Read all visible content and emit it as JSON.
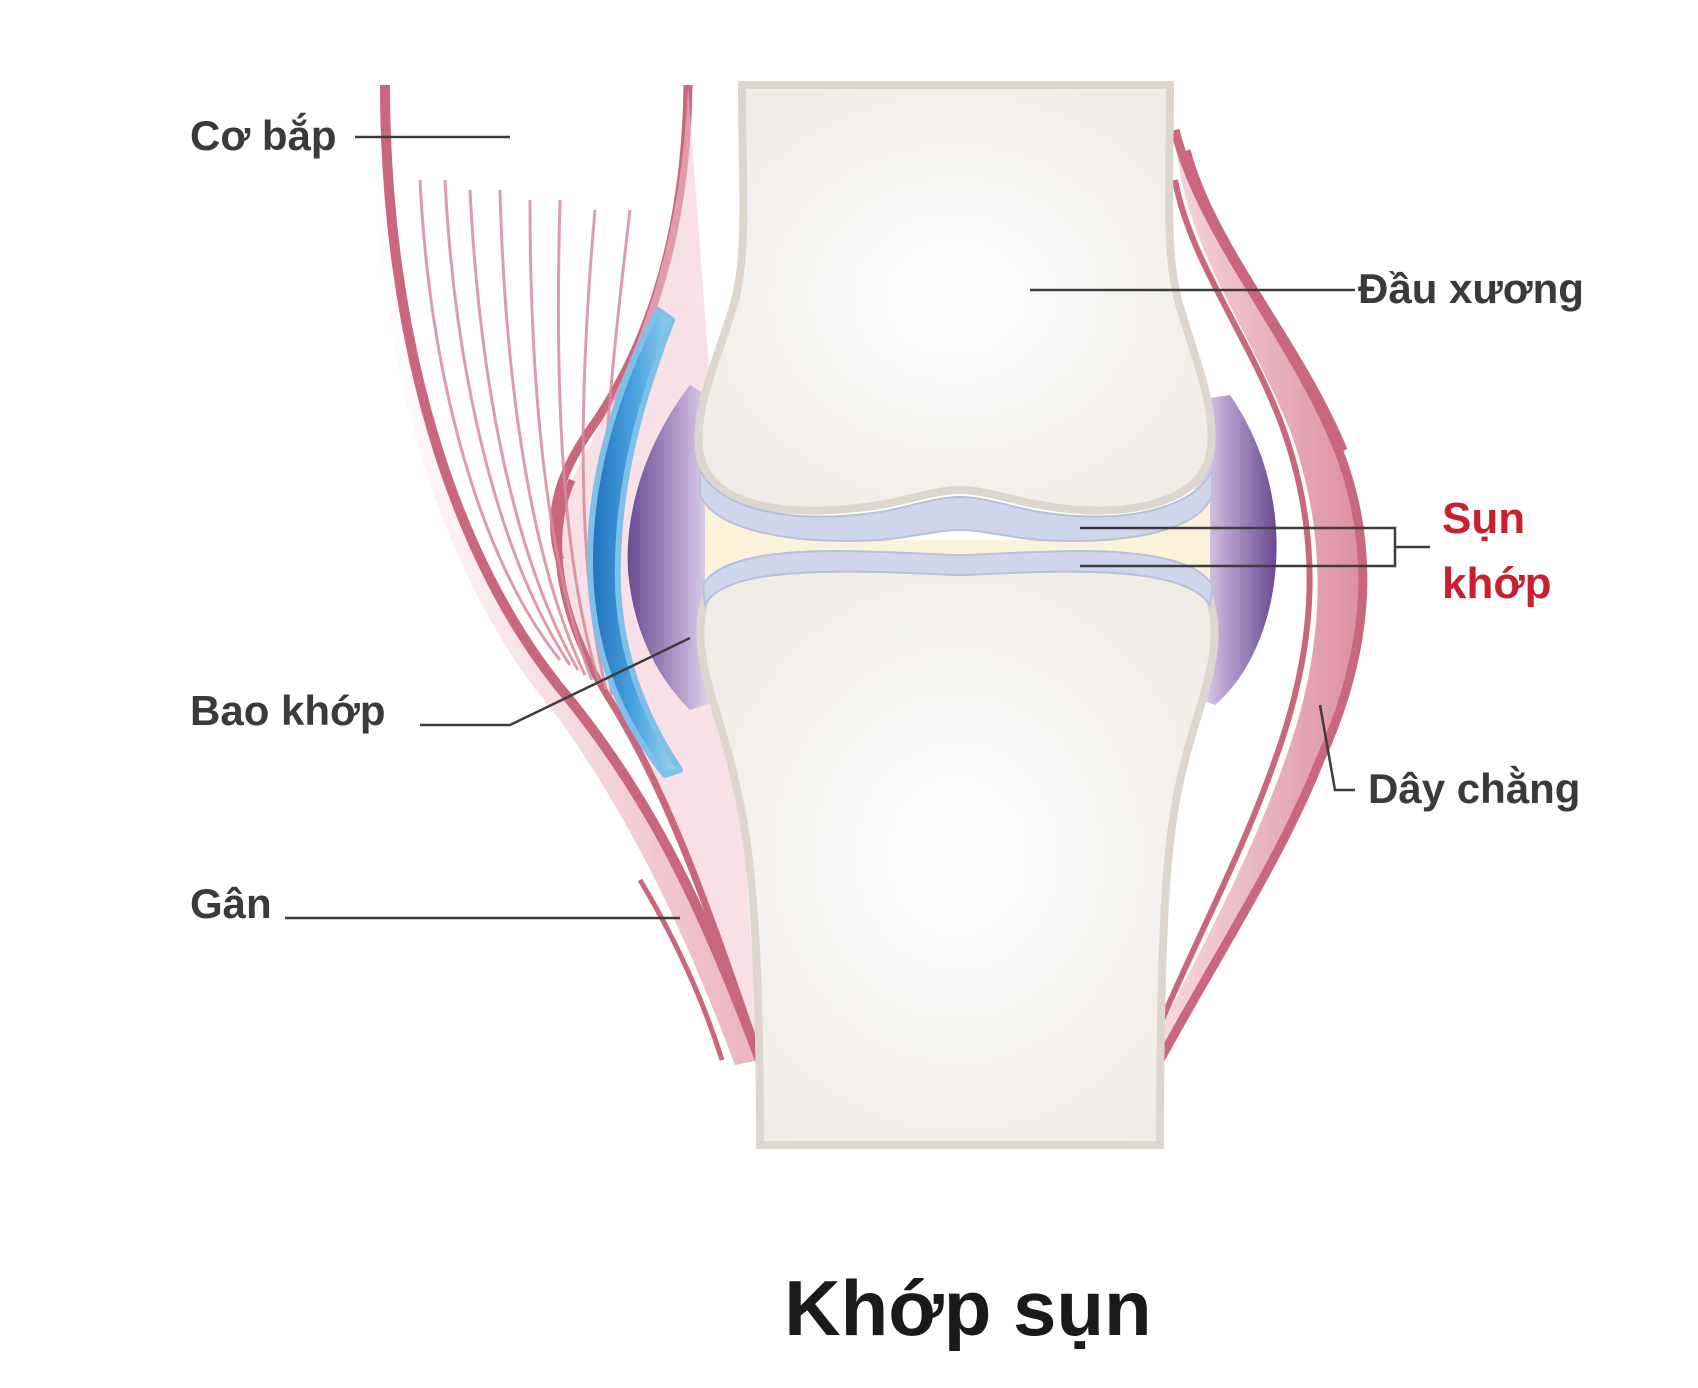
{
  "title": "Khớp sụn",
  "labels": {
    "muscle": "Cơ bắp",
    "bone_end": "Đầu xương",
    "cartilage_line1": "Sụn",
    "cartilage_line2": "khớp",
    "capsule": "Bao khớp",
    "ligament": "Dây chằng",
    "tendon": "Gân"
  },
  "colors": {
    "muscle": "#c9677f",
    "muscle_fill": "#f3d3da",
    "bone": "#f7f5f2",
    "bone_outline": "#dcd6cf",
    "cartilage": "#cfd6ec",
    "capsule": "#7a5a9e",
    "synovial": "#fbf2d9",
    "bursa": "#3b8fd1",
    "accent_red": "#c8202f"
  }
}
